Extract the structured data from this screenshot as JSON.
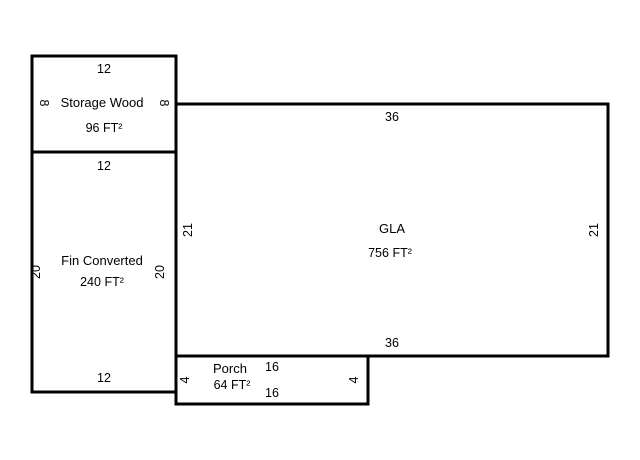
{
  "rooms": {
    "storage": {
      "name": "Storage Wood",
      "area": "96 FT²",
      "dim_top": "12",
      "dim_left": "8",
      "dim_right": "8"
    },
    "fin": {
      "name": "Fin Converted",
      "area": "240 FT²",
      "dim_top": "12",
      "dim_bottom": "12",
      "dim_left": "20",
      "dim_right": "20"
    },
    "gla": {
      "name": "GLA",
      "area": "756 FT²",
      "dim_top": "36",
      "dim_bottom": "36",
      "dim_left": "21",
      "dim_right": "21"
    },
    "porch": {
      "name": "Porch",
      "area": "64 FT²",
      "dim_top": "16",
      "dim_bottom": "16",
      "dim_left": "4",
      "dim_right": "4"
    }
  }
}
